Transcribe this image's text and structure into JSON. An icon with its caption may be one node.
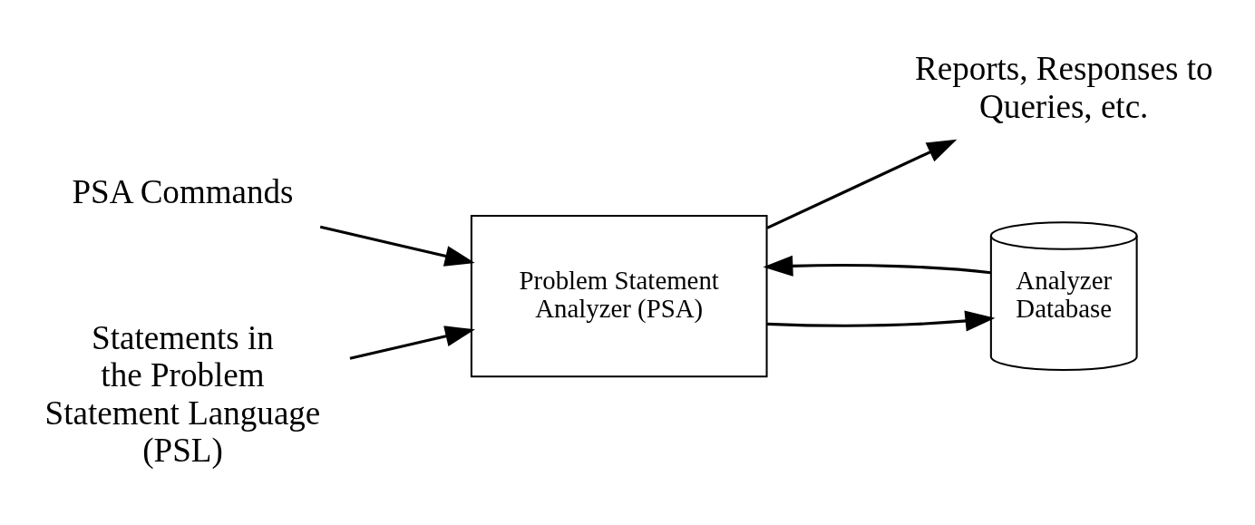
{
  "diagram": {
    "nodes": [
      {
        "text": [
          "PSA Commands"
        ]
      },
      {
        "text": [
          "Problem Statement Analyzer (PSA)"
        ]
      },
      {
        "text": [
          "Reports, Responses to Queries, etc."
        ]
      },
      {
        "text": [
          "Statements in the Problem Statement Language (PSL)"
        ]
      },
      {
        "text": [
          "Analyzer Database"
        ]
      }
    ],
    "edges": [
      {
        "from": 0,
        "to": 1,
        "arrow": "to"
      },
      {
        "from": 1,
        "to": 2,
        "arrow": "to"
      },
      {
        "from": 3,
        "to": 1,
        "arrow": "to"
      },
      {
        "from": 1,
        "to": 4,
        "arrow": "to"
      },
      {
        "from": 4,
        "to": 1,
        "arrow": "to"
      }
    ]
  }
}
